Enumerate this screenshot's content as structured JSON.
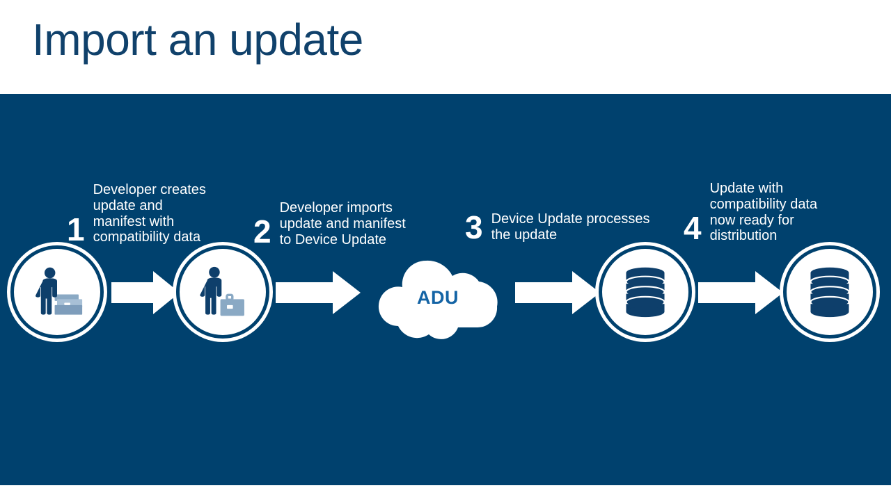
{
  "slide": {
    "title": "Import an update",
    "background_color": "#00416e",
    "title_color": "#10416b",
    "accent_color": "#ffffff"
  },
  "flow": {
    "steps": [
      {
        "number": "1",
        "text": "Developer creates\nupdate and\nmanifest with\ncompatibility data",
        "node_type": "developer-circle",
        "icon": "person-with-briefcases-icon"
      },
      {
        "number": "2",
        "text": "Developer imports\nupdate and manifest\nto Device Update",
        "node_type": "developer-circle",
        "icon": "person-with-briefcase-icon"
      },
      {
        "number": "3",
        "text": "Device Update processes\nthe update",
        "node_type": "database-circle",
        "icon": "database-icon"
      },
      {
        "number": "4",
        "text": "Update with\ncompatibility data\nnow ready for\ndistribution",
        "node_type": "database-circle",
        "icon": "database-icon"
      }
    ],
    "cloud": {
      "label": "ADU",
      "label_color": "#1464a5",
      "icon": "cloud-icon"
    },
    "arrows": [
      {
        "name": "arrow-1",
        "direction": "right"
      },
      {
        "name": "arrow-2",
        "direction": "right"
      },
      {
        "name": "arrow-3",
        "direction": "right"
      },
      {
        "name": "arrow-4",
        "direction": "right"
      }
    ]
  }
}
